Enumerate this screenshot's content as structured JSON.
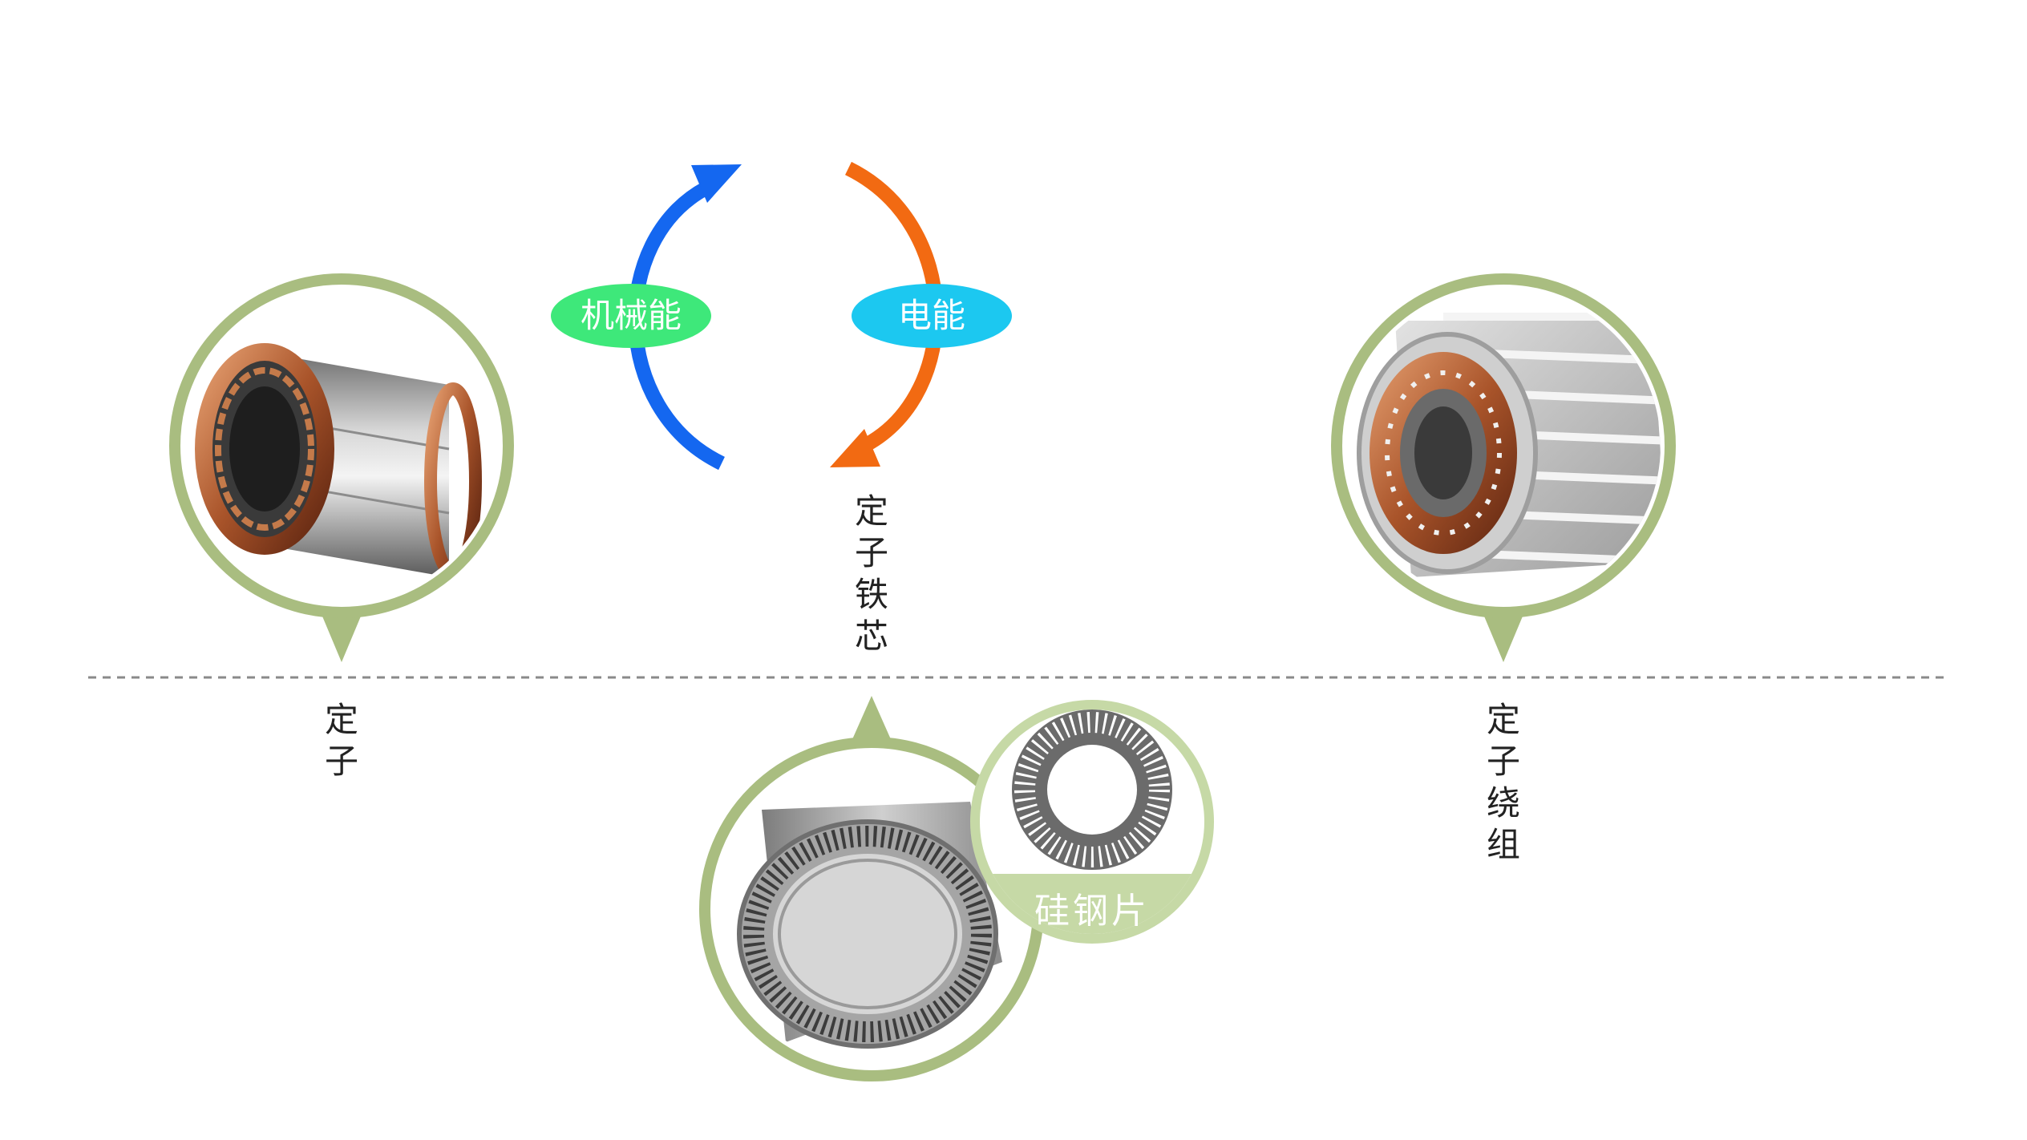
{
  "cycle": {
    "left_label": "机械能",
    "right_label": "电能",
    "colors": {
      "left_pill": "#3ee87a",
      "right_pill": "#1cc8f0",
      "left_arrow": "#1467f0",
      "right_arrow": "#f26a12"
    }
  },
  "nodes": {
    "stator": {
      "label_chars": [
        "定",
        "子"
      ]
    },
    "stator_core": {
      "label_chars": [
        "定",
        "子",
        "铁",
        "芯"
      ]
    },
    "stator_winding": {
      "label_chars": [
        "定",
        "子",
        "绕",
        "组"
      ]
    },
    "silicon_steel": {
      "label": "硅钢片"
    }
  },
  "style": {
    "ring_color": "#a9bd80",
    "badge_color": "#c6d9a6",
    "divider_color": "#888888"
  }
}
